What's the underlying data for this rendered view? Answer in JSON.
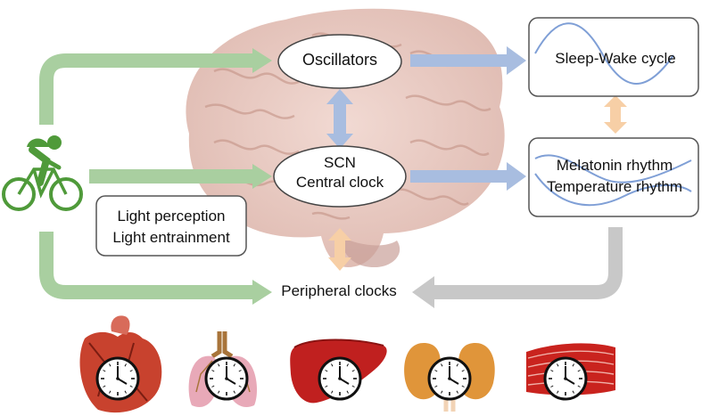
{
  "nodes": {
    "oscillators": "Oscillators",
    "scn_line1": "SCN",
    "scn_line2": "Central clock",
    "sleep_wake": "Sleep-Wake cycle",
    "melatonin": "Melatonin rhythm",
    "temperature": "Temperature rhythm",
    "light_perception": "Light perception",
    "light_entrainment": "Light entrainment",
    "peripheral": "Peripheral clocks"
  },
  "icons": [
    "cyclist-icon",
    "brain-illustration",
    "heart-icon",
    "lungs-icon",
    "liver-icon",
    "kidneys-icon",
    "muscle-icon",
    "clock-icon"
  ],
  "colors": {
    "green_arrow": "#a9cfa0",
    "blue_arrow": "#a8bde0",
    "orange_arrow": "#f7cfa6",
    "gray_arrow": "#c8c8c8",
    "cyclist": "#4f9a3a",
    "wave": "#7f9fd6",
    "brain": "#e7c6bd"
  }
}
